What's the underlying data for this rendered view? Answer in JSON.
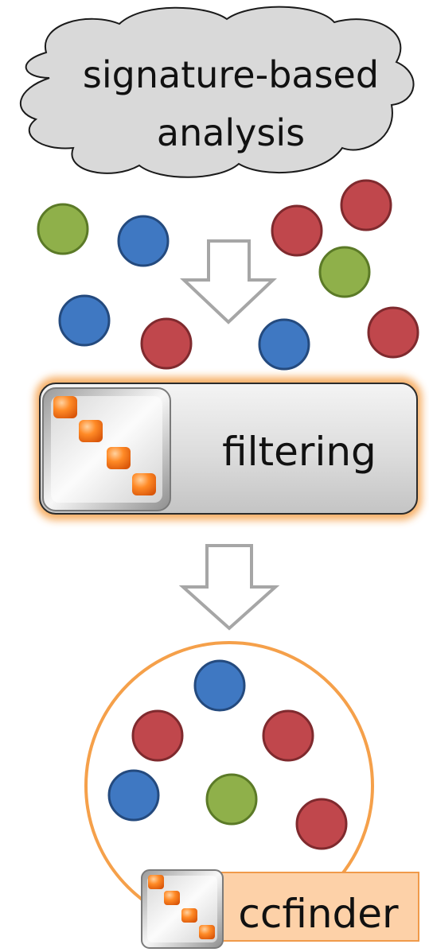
{
  "cloud": {
    "line1": "signature-based",
    "line2": "analysis"
  },
  "filter_box": {
    "label": "filtering"
  },
  "tool_label": {
    "label": "ccfinder"
  },
  "colors": {
    "red": "#c0474c",
    "red_stroke": "#7f2a2e",
    "blue": "#3f78c2",
    "blue_stroke": "#244a7e",
    "green": "#8fb04a",
    "green_stroke": "#5b7a27",
    "accent_orange": "#f5a04a",
    "cloud_fill": "#d9d9d9",
    "arrow_stroke": "#a6a6a6"
  },
  "input_items": [
    {
      "kind": "green"
    },
    {
      "kind": "blue"
    },
    {
      "kind": "red"
    },
    {
      "kind": "red"
    },
    {
      "kind": "green"
    },
    {
      "kind": "blue"
    },
    {
      "kind": "red"
    },
    {
      "kind": "blue"
    },
    {
      "kind": "red"
    }
  ],
  "output_items": [
    {
      "kind": "blue"
    },
    {
      "kind": "red"
    },
    {
      "kind": "red"
    },
    {
      "kind": "blue"
    },
    {
      "kind": "green"
    },
    {
      "kind": "red"
    }
  ],
  "icons": [
    "ccfinder-logo-icon",
    "down-arrow-icon"
  ]
}
